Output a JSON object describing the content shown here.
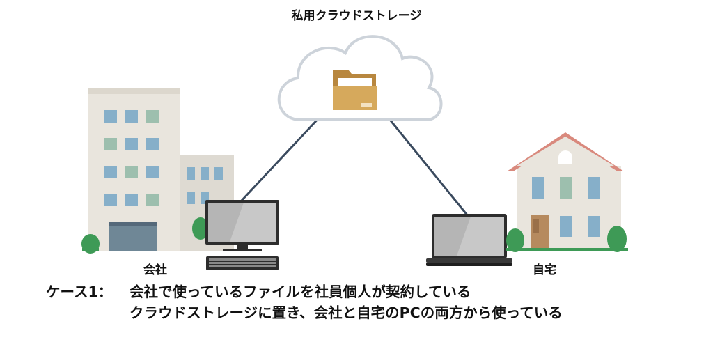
{
  "labels": {
    "cloud": "私用クラウドストレージ",
    "office": "会社",
    "home": "自宅"
  },
  "caption": {
    "prefix": "ケース1：",
    "line1": "会社で使っているファイルを社員個人が契約している",
    "line2": "クラウドストレージに置き、会社と自宅のPCの両方から使っている"
  },
  "icons": {
    "cloud": "cloud-icon",
    "folder": "folder-icon",
    "office": "office-building-icon",
    "desktop": "desktop-pc-icon",
    "laptop": "laptop-icon",
    "house": "house-icon"
  },
  "colors": {
    "line": "#3a4a5e",
    "cloud_fill": "#ffffff",
    "cloud_stroke": "#cdd3da",
    "folder": "#d6a95c",
    "building": "#e6e2da",
    "window_blue": "#86afc9",
    "window_green": "#9dbfae",
    "roof": "#d9897d",
    "tree": "#3e9a56",
    "screen": "#b5b5b5"
  }
}
